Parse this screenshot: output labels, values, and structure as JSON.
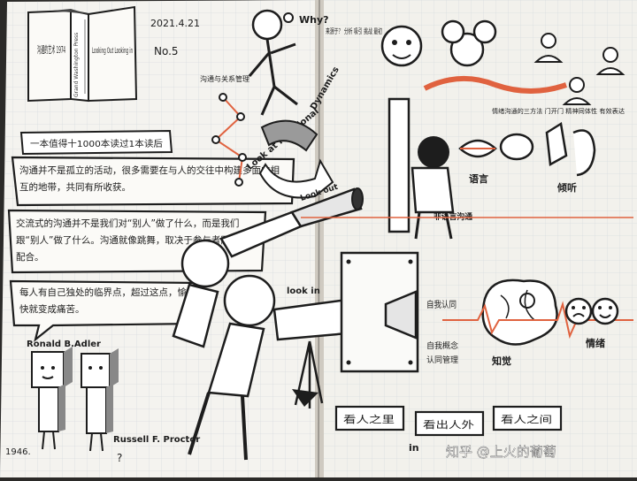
{
  "colors": {
    "paper": "#f4f3ef",
    "grid": "#d9dde0",
    "ink": "#1d1d1d",
    "accent": "#e0623f",
    "table": "#2b2a28"
  },
  "left_page": {
    "date": "2021.4.21",
    "entry_no": "No.5",
    "book_spine_left": "沟通的艺术 1974",
    "book_spine_middle": "Looking Out Looking in",
    "book_spine_side": "Grand Washington Press",
    "subtitle_box": "一本值得十1000本读过1本读后",
    "paragraph_1": "沟通并不是孤立的活动，很多需要在与人的交往中构建多面向相互的地带，共同有所收获。",
    "paragraph_2": "交流式的沟通并不是我们对“别人”做了什么，而是我们跟“别人”做了什么。沟通就像跳舞，取决于参与者同步与配合。",
    "paragraph_3": "每人有自己独处的临界点，超过这点，愉快就变成痛苦。",
    "author_1": "Ronald B.Adler",
    "author_2": "Russell F. Proctor",
    "year_note": "1946.",
    "question_mark": "?"
  },
  "right_page": {
    "why_label": "Why?",
    "comm_label": "沟通与关系管理",
    "look_at_rel": "Look at Relational",
    "dynamics": "Dynamics",
    "top_notes": "来源于？ 分析 吸引 挑战 最初",
    "top_right_note": "情绪沟通的三方法 门开门 精神同体性 有效表达",
    "look_out": "Look out",
    "look_in": "look in",
    "perception_word": "知觉",
    "language_word": "语言",
    "listening_word": "倾听",
    "nonverbal_word": "非语言沟通",
    "emotion_word": "情绪",
    "self_concept": "自我认同",
    "self_box_1": "自我概念",
    "self_box_2": "认同管理",
    "bottom_1": "看人之里",
    "bottom_2": "看出人外",
    "bottom_3": "看人之间",
    "in_label": "in",
    "watermark": "知乎 @上火的葡萄"
  }
}
